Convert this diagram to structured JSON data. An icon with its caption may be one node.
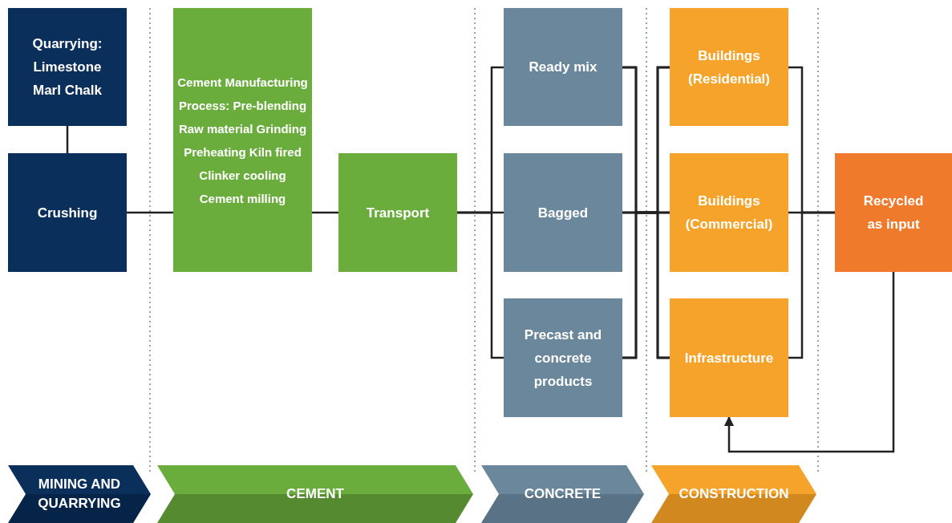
{
  "diagram": {
    "nodes": [
      {
        "text": [
          "Quarrying: Limestone Marl Chalk"
        ]
      },
      {
        "text": [
          "Crushing"
        ]
      },
      {
        "text": [
          "Cement Manufacturing Process: Pre-blending Raw material Grinding Preheating Kiln fired Clinker cooling Cement milling"
        ]
      },
      {
        "text": [
          "Transport"
        ]
      },
      {
        "text": [
          "Ready mix"
        ]
      },
      {
        "text": [
          "Bagged"
        ]
      },
      {
        "text": [
          "Precast and concrete products"
        ]
      },
      {
        "text": [
          "Buildings (Residential)"
        ]
      },
      {
        "text": [
          "Buildings (Commercial)"
        ]
      },
      {
        "text": [
          "Infrastructure"
        ]
      },
      {
        "text": [
          "Recycled as input"
        ]
      },
      {
        "text": [
          "MINING AND QUARRYING"
        ]
      },
      {
        "text": [
          "CEMENT"
        ]
      },
      {
        "text": [
          "CONCRETE"
        ]
      },
      {
        "text": [
          "CONSTRUCTION"
        ]
      }
    ],
    "edges": [
      {
        "from": 0,
        "to": 1,
        "arrow": "none"
      },
      {
        "from": 1,
        "to": 2,
        "arrow": "none"
      },
      {
        "from": 2,
        "to": 3,
        "arrow": "none"
      },
      {
        "from": 3,
        "to": 4,
        "arrow": "none"
      },
      {
        "from": 3,
        "to": 5,
        "arrow": "none"
      },
      {
        "from": 3,
        "to": 6,
        "arrow": "none"
      },
      {
        "from": 4,
        "to": 7,
        "arrow": "none"
      },
      {
        "from": 4,
        "to": 8,
        "arrow": "none"
      },
      {
        "from": 4,
        "to": 9,
        "arrow": "none"
      },
      {
        "from": 5,
        "to": 7,
        "arrow": "none"
      },
      {
        "from": 5,
        "to": 8,
        "arrow": "none"
      },
      {
        "from": 5,
        "to": 9,
        "arrow": "none"
      },
      {
        "from": 6,
        "to": 7,
        "arrow": "none"
      },
      {
        "from": 6,
        "to": 8,
        "arrow": "none"
      },
      {
        "from": 6,
        "to": 9,
        "arrow": "none"
      },
      {
        "from": 7,
        "to": 10,
        "arrow": "none"
      },
      {
        "from": 8,
        "to": 10,
        "arrow": "none"
      },
      {
        "from": 9,
        "to": 10,
        "arrow": "none"
      },
      {
        "from": 10,
        "to": 9,
        "arrow": "to"
      }
    ]
  }
}
